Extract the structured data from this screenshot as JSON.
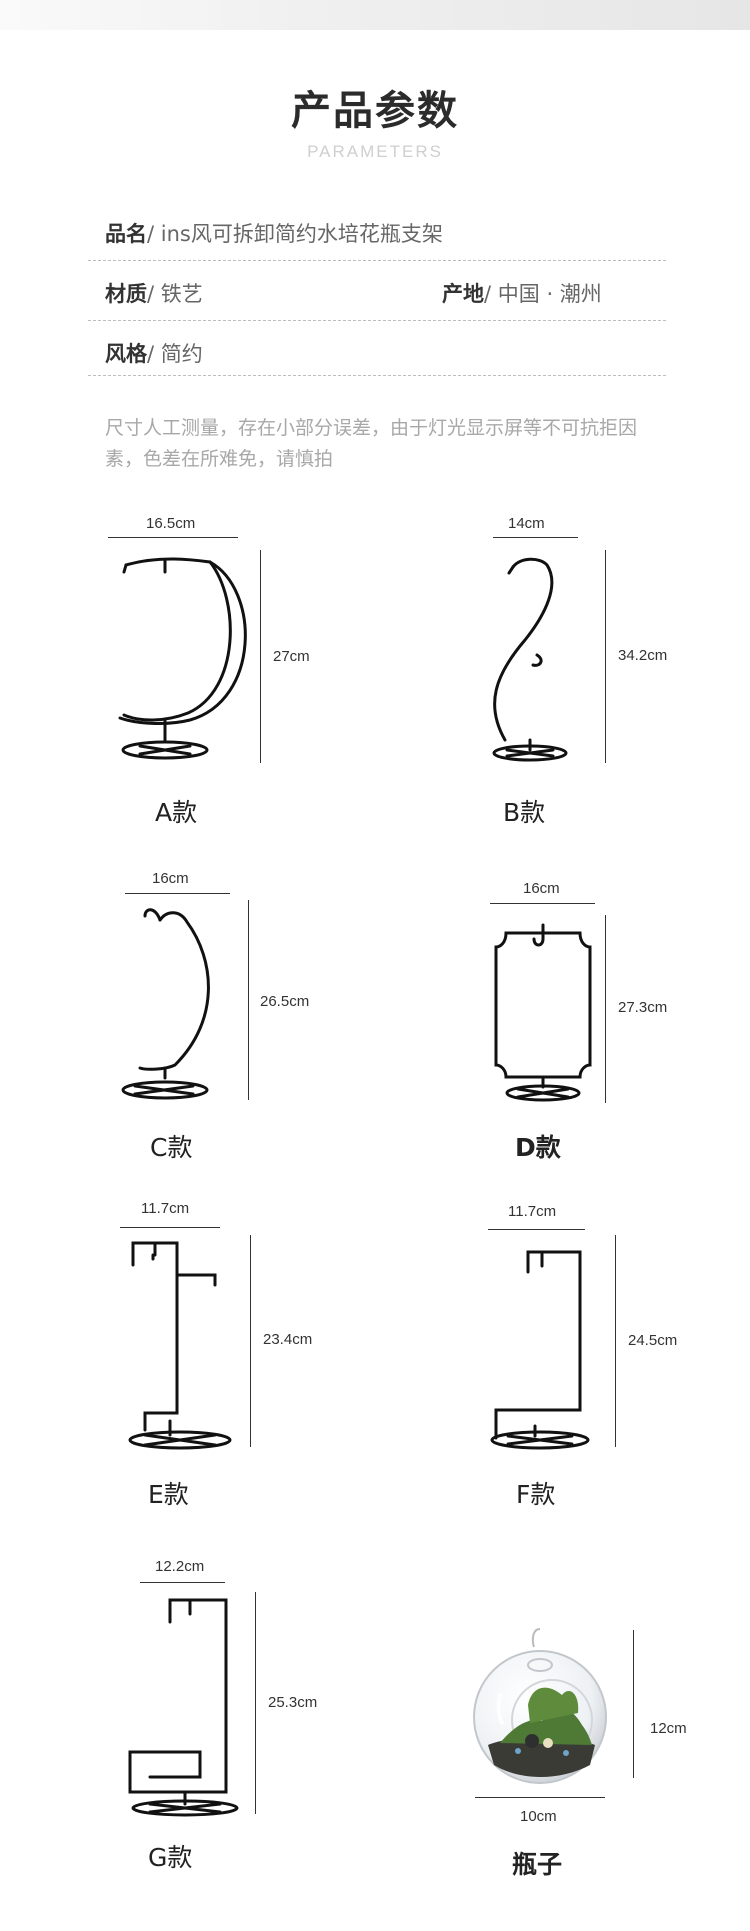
{
  "header": {
    "title": "产品参数",
    "subtitle": "PARAMETERS"
  },
  "params": {
    "name_key": "品名",
    "name_value": "ins风可拆卸简约水培花瓶支架",
    "material_key": "材质",
    "material_value": "铁艺",
    "origin_key": "产地",
    "origin_value": "中国 · 潮州",
    "style_key": "风格",
    "style_value": "简约",
    "separator": "/ "
  },
  "note": "尺寸人工测量，存在小部分误差，由于灯光显示屏等不可抗拒因素，色差在所难免，请慎拍",
  "products": {
    "a": {
      "label": "A款",
      "width": "16.5cm",
      "height": "27cm"
    },
    "b": {
      "label": "B款",
      "width": "14cm",
      "height": "34.2cm"
    },
    "c": {
      "label": "C款",
      "width": "16cm",
      "height": "26.5cm"
    },
    "d": {
      "label": "D款",
      "width": "16cm",
      "height": "27.3cm"
    },
    "e": {
      "label": "E款",
      "width": "11.7cm",
      "height": "23.4cm"
    },
    "f": {
      "label": "F款",
      "width": "11.7cm",
      "height": "24.5cm"
    },
    "g": {
      "label": "G款",
      "width": "12.2cm",
      "height": "25.3cm"
    },
    "bottle": {
      "label": "瓶子",
      "width": "10cm",
      "height": "12cm"
    }
  },
  "colors": {
    "wire": "#111111",
    "text": "#333333",
    "note": "#a8a8a8"
  }
}
